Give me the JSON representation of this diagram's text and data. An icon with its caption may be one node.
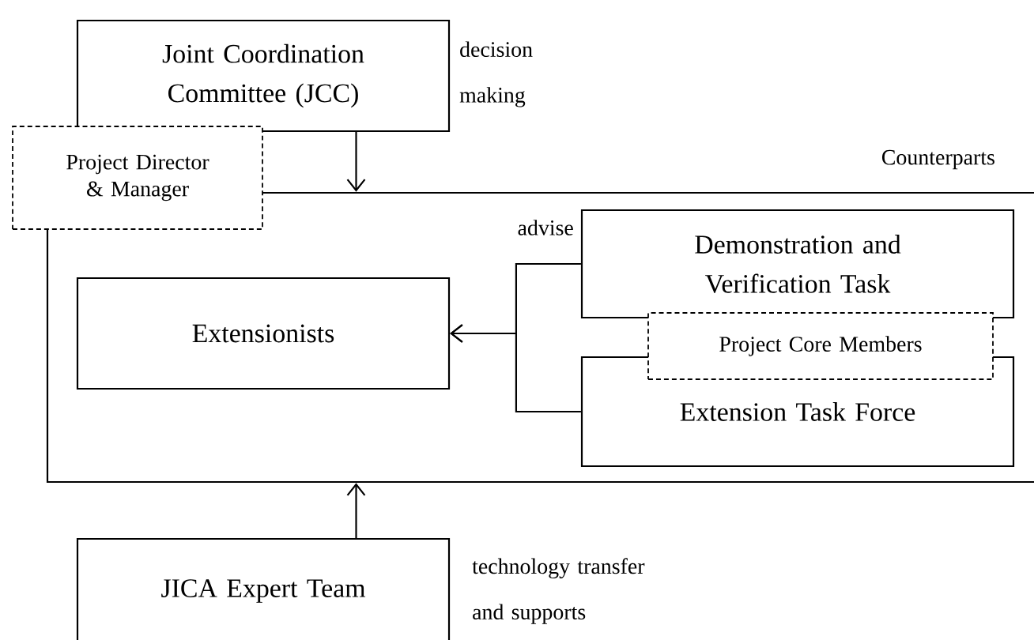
{
  "diagram": {
    "nodes": [
      {
        "text": [
          "Joint Coordination Committee (JCC)"
        ],
        "beside": [
          "decision making"
        ]
      },
      {
        "text": [
          "Project Director & Manager"
        ]
      },
      {
        "text": [
          "Counterparts"
        ]
      },
      {
        "text": [
          "Extensionists"
        ],
        "in": 2
      },
      {
        "text": [
          "Demonstration and Verification Task"
        ],
        "in": 2
      },
      {
        "text": [
          "Project Core Members"
        ],
        "in": 2
      },
      {
        "text": [
          "Extension Task Force"
        ],
        "in": 2
      },
      {
        "text": [
          "JICA Expert Team"
        ],
        "beside": [
          "technology transfer and supports"
        ]
      }
    ],
    "edges": [
      {
        "from": 0,
        "to": 2,
        "arrow": "to"
      },
      {
        "from": 4,
        "to": 3,
        "arrow": "to",
        "label": "advise"
      },
      {
        "from": 6,
        "to": 3,
        "arrow": "to"
      },
      {
        "from": 7,
        "to": 2,
        "arrow": "to"
      }
    ]
  }
}
